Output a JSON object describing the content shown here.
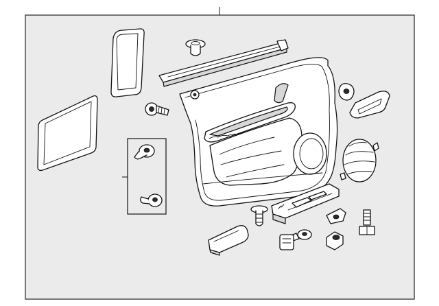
{
  "diagram": {
    "background": "#ebebeb",
    "line_color": "#111111",
    "parts": [
      "door-trim-panel",
      "upper-weatherstrip",
      "rectangular-pad",
      "quadrilateral-pad",
      "push-clip",
      "screw-top",
      "clip-upper",
      "clip-lower",
      "pull-cup",
      "mirror-cover",
      "speaker-grille",
      "switch-bezel",
      "trim-plug",
      "screw-small",
      "armrest-cover",
      "retainer-bracket",
      "retainer-bracket-2",
      "mounting-bolt",
      "connector-housing"
    ]
  }
}
